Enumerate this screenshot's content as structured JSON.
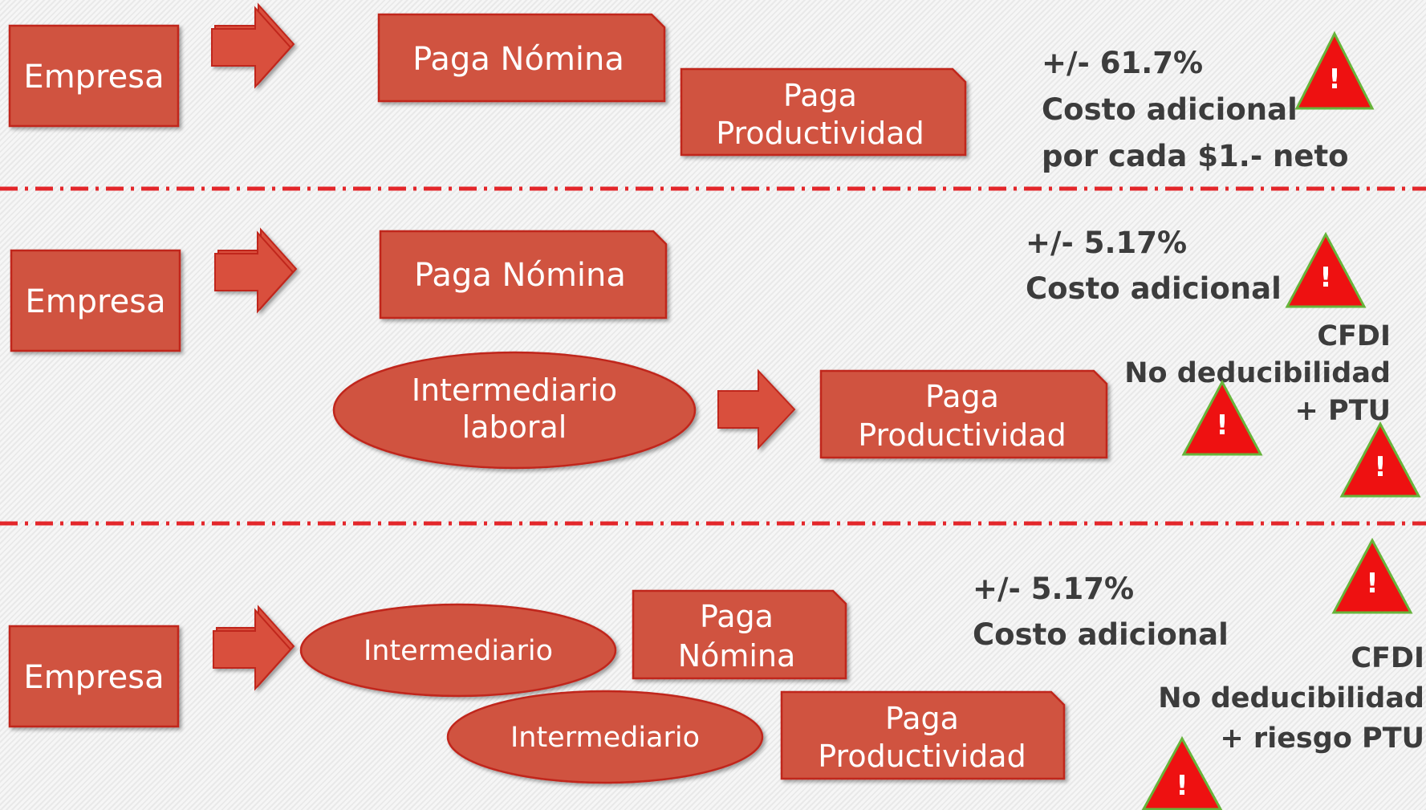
{
  "colors": {
    "box_fill": "#d0523f",
    "box_stroke": "#c0251b",
    "arrow_fill": "#d9503c",
    "divider": "#e3262a",
    "warning_fill": "#ee1111",
    "warning_stroke": "#67b43a",
    "note_text": "#3c3c3c"
  },
  "section1": {
    "company": "Empresa",
    "pays_payroll": "Paga Nómina",
    "pays_productivity_1": "Paga",
    "pays_productivity_2": "Productividad",
    "cost_pct": "+/- 61.7%",
    "cost_label": "Costo adicional",
    "cost_note": "por cada $1.- neto",
    "warning_mark": "!"
  },
  "section2": {
    "company": "Empresa",
    "pays_payroll": "Paga Nómina",
    "intermediary_1": "Intermediario",
    "intermediary_2": "laboral",
    "pays_productivity_1": "Paga",
    "pays_productivity_2": "Productividad",
    "cost_pct": "+/- 5.17%",
    "cost_label": "Costo adicional",
    "risk_cfdi": "CFDI",
    "risk_deductibility": "No deducibilidad",
    "risk_ptu": "+ PTU",
    "warning_mark": "!"
  },
  "section3": {
    "company": "Empresa",
    "intermediary_a": "Intermediario",
    "intermediary_b": "Intermediario",
    "pays_payroll_1": "Paga",
    "pays_payroll_2": "Nómina",
    "pays_productivity_1": "Paga",
    "pays_productivity_2": "Productividad",
    "cost_pct": "+/- 5.17%",
    "cost_label": "Costo adicional",
    "risk_cfdi": "CFDI",
    "risk_deductibility": "No deducibilidad",
    "risk_ptu": "+ riesgo PTU",
    "warning_mark": "!"
  }
}
